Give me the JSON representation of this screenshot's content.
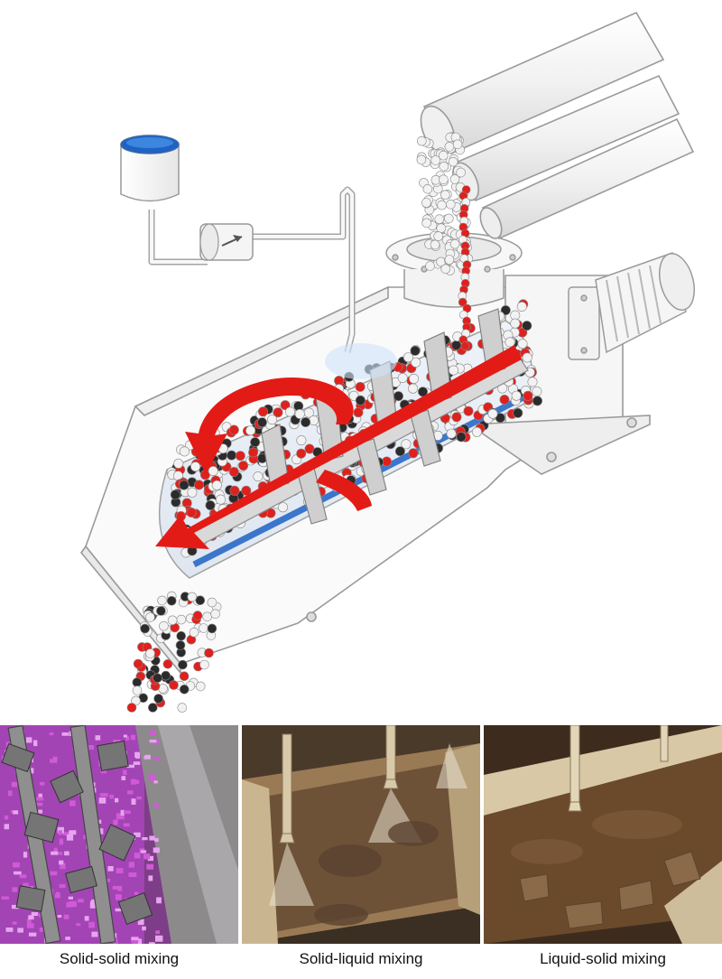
{
  "captions": {
    "solid_solid": "Solid-solid mixing",
    "solid_liquid": "Solid-liquid mixing",
    "liquid_solid": "Liquid-solid mixing"
  },
  "icons": {
    "flow_direction": "red-curved-arrow",
    "pump": "flow-arrow-icon"
  },
  "colors": {
    "particle_red": "#e0201c",
    "particle_dark": "#2b2b2b",
    "particle_light": "#f2f2f2",
    "liquid_blue": "#1f62c4",
    "arrow_red": "#e31b17",
    "powder_pink": "#c040c8",
    "soil_brown": "#6b4a2c"
  }
}
